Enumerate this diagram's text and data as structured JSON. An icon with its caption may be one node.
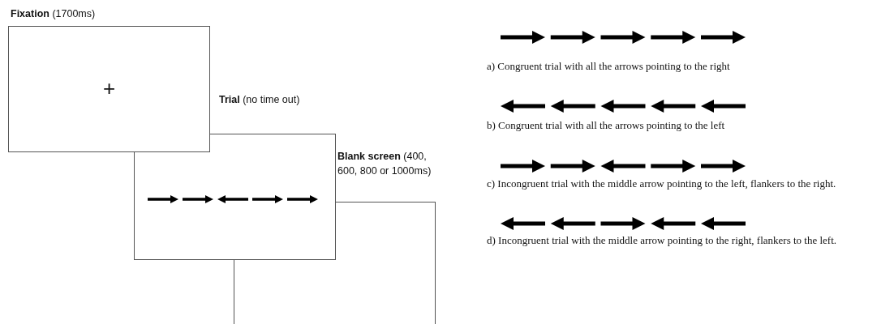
{
  "diagram": {
    "nodes": [
      {
        "text": [
          "**Fixation** (1700ms)",
          "+"
        ]
      },
      {
        "text": [
          "**Trial** (no time out)"
        ]
      },
      {
        "text": [
          "**Blank screen** (400, 600, 800 or 1000ms)"
        ]
      }
    ],
    "edges": [],
    "labels": [
      "a) Congruent trial with all the arrows pointing to the right",
      "b) Congruent trial with all the arrows pointing to the left",
      "c) Incongruent trial with the middle arrow pointing to the left, flankers to the right.",
      "d) Incongruent trial with the middle arrow pointing to the right, flankers to the left."
    ]
  }
}
